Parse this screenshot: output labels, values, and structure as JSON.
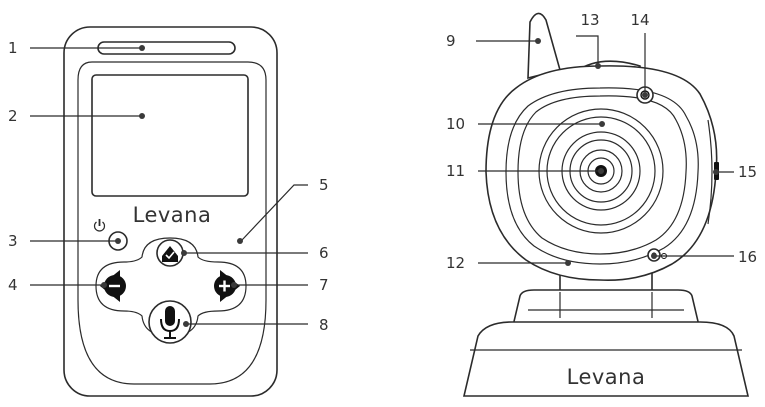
{
  "monitor": {
    "brand_logo_text": "Levana"
  },
  "camera": {
    "brand_logo_text": "Levana"
  },
  "callouts": [
    {
      "label": "1"
    },
    {
      "label": "2"
    },
    {
      "label": "3"
    },
    {
      "label": "4"
    },
    {
      "label": "5"
    },
    {
      "label": "6"
    },
    {
      "label": "7"
    },
    {
      "label": "8"
    },
    {
      "label": "9"
    },
    {
      "label": "10"
    },
    {
      "label": "11"
    },
    {
      "label": "12"
    },
    {
      "label": "13"
    },
    {
      "label": "14"
    },
    {
      "label": "15"
    },
    {
      "label": "16"
    }
  ],
  "icons": {
    "power": "power-icon",
    "home": "home-check-icon",
    "minus": "minus-arrow-icon",
    "plus": "plus-arrow-icon",
    "mic": "microphone-icon",
    "ir_sensor": "ir-sensor-icon",
    "thermometer": "thermometer-icon"
  },
  "colors": {
    "line": "#2b2b2b",
    "button_fill": "#111111",
    "text": "#333333"
  }
}
